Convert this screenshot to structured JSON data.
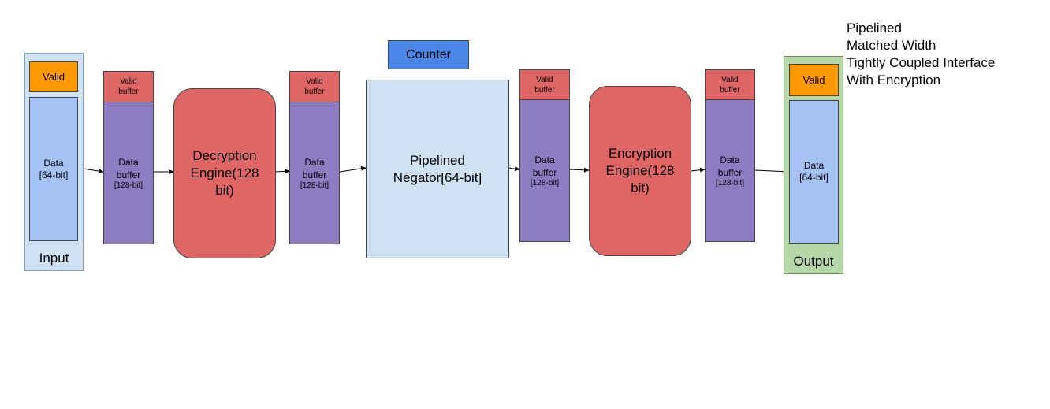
{
  "input": {
    "valid": "Valid",
    "data_line1": "Data",
    "data_line2": "[64-bit]",
    "label": "Input"
  },
  "buffer_a": {
    "valid_line1": "Valid",
    "valid_line2": "buffer",
    "data_line1": "Data",
    "data_line2": "buffer",
    "data_width": "[128-bit]"
  },
  "decryption": {
    "line1": "Decryption",
    "line2": "Engine(128",
    "line3": "bit)"
  },
  "buffer_b": {
    "valid_line1": "Valid",
    "valid_line2": "buffer",
    "data_line1": "Data",
    "data_line2": "buffer",
    "data_width": "[128-bit]"
  },
  "counter": {
    "label": "Counter"
  },
  "negator": {
    "line1": "Pipelined",
    "line2": "Negator[64-bit]"
  },
  "buffer_c": {
    "valid_line1": "Valid",
    "valid_line2": "buffer",
    "data_line1": "Data",
    "data_line2": "buffer",
    "data_width": "[128-bit]"
  },
  "encryption": {
    "line1": "Encryption",
    "line2": "Engine(128",
    "line3": "bit)"
  },
  "buffer_d": {
    "valid_line1": "Valid",
    "valid_line2": "buffer",
    "data_line1": "Data",
    "data_line2": "buffer",
    "data_width": "[128-bit]"
  },
  "output": {
    "valid": "Valid",
    "data_line1": "Data",
    "data_line2": "[64-bit]",
    "label": "Output"
  },
  "legend": [
    "Pipelined",
    "Matched Width",
    "Tightly Coupled Interface",
    "With Encryption"
  ]
}
